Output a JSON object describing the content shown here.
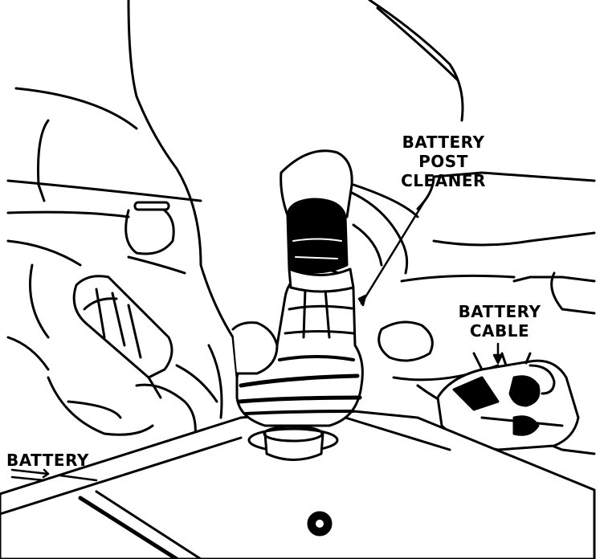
{
  "labels": {
    "post_cleaner": [
      "BATTERY",
      "POST",
      "CLEANER"
    ],
    "cable": [
      "BATTERY",
      "CABLE"
    ],
    "battery": "BATTERY"
  },
  "colors": {
    "ink": "#000000",
    "paper": "#ffffff"
  }
}
